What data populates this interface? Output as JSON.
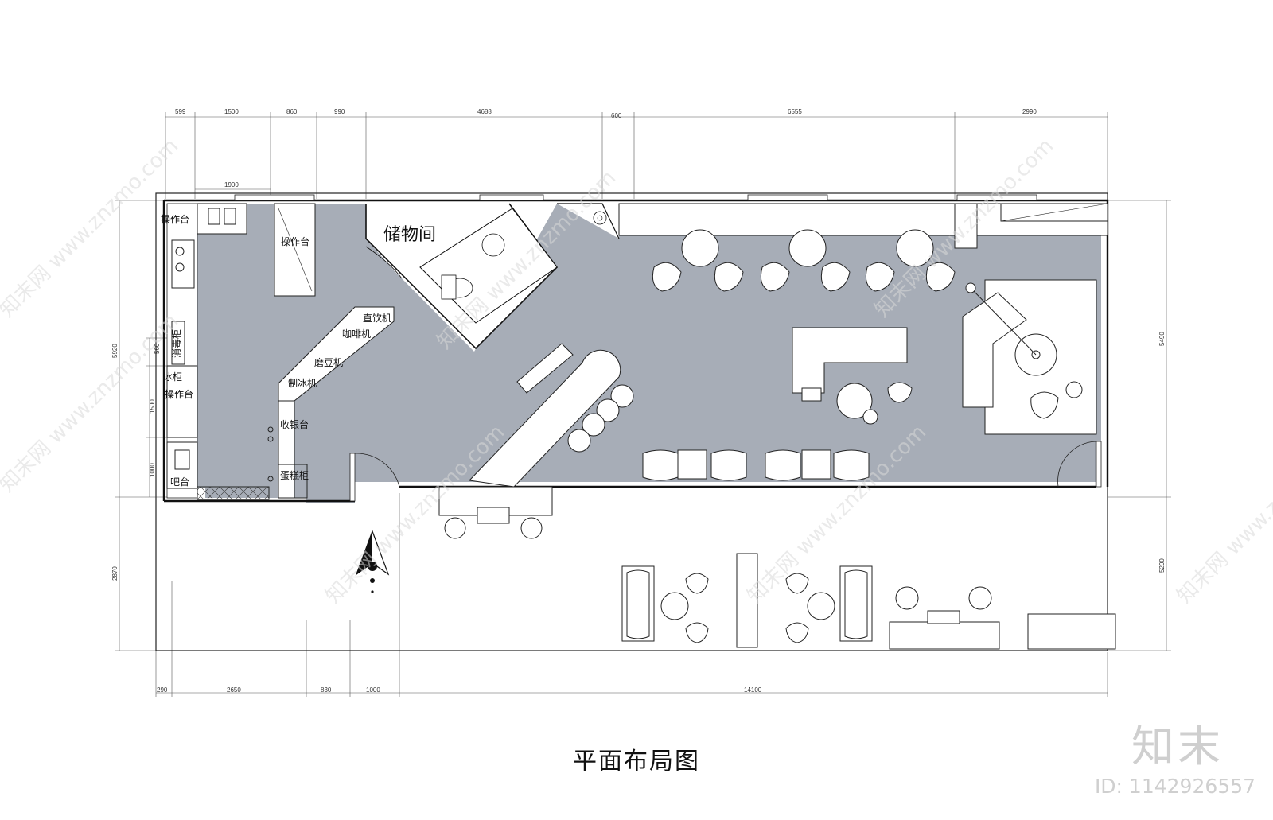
{
  "title": "平面布局图",
  "logo": "知末",
  "image_id": "ID: 1142926557",
  "watermark": "知末网 www.znzmo.com",
  "colors": {
    "floor": "#a7adb7",
    "wall": "#222222",
    "furniture": "#ffffff",
    "watermark": "#d9d9d9"
  },
  "rooms": {
    "storage": "储物间"
  },
  "labels": {
    "prep_top_left": "操作台",
    "prep_top_mid": "操作台",
    "dishwasher": "消毒柜",
    "fridge": "冰柜",
    "prep_left": "操作台",
    "bar": "吧台",
    "water_dispenser": "直饮机",
    "coffee_machine": "咖啡机",
    "grinder": "磨豆机",
    "ice_maker": "制冰机",
    "cashier": "收银台",
    "cake_cabinet": "蛋糕柜"
  },
  "dimensions": {
    "top": [
      "599",
      "1500",
      "860",
      "990",
      "4688",
      "600",
      "6555",
      "2990"
    ],
    "top_second": "1900",
    "bottom": [
      "290",
      "2650",
      "830",
      "1000",
      "14100"
    ],
    "left": [
      "5920",
      "560",
      "1500",
      "1000",
      "2870"
    ],
    "right": [
      "5490",
      "5200"
    ]
  },
  "icons": {
    "north": "north-arrow-icon"
  }
}
